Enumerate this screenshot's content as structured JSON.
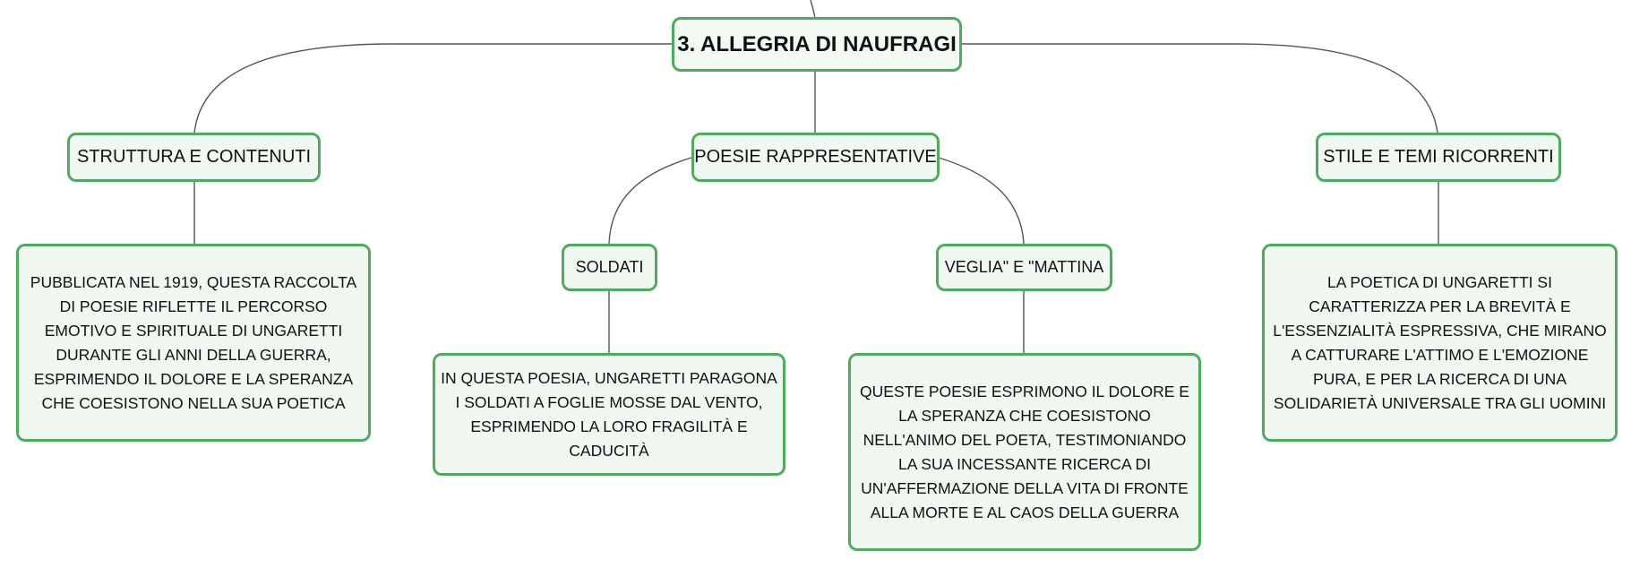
{
  "colors": {
    "border": "#4bae5c",
    "fill": "#f1f8f1",
    "connector": "#555555"
  },
  "root": {
    "title": "3. ALLEGRIA DI NAUFRAGI"
  },
  "topics": {
    "struttura": {
      "title": "STRUTTURA E CONTENUTI",
      "text": "PUBBLICATA NEL 1919, QUESTA RACCOLTA DI POESIE RIFLETTE IL PERCORSO EMOTIVO E SPIRITUALE DI UNGARETTI DURANTE GLI ANNI DELLA GUERRA, ESPRIMENDO IL DOLORE E LA SPERANZA CHE COESISTONO NELLA SUA POETICA"
    },
    "poesie": {
      "title": "POESIE RAPPRESENTATIVE",
      "soldati": {
        "title": "SOLDATI",
        "text": "IN QUESTA POESIA, UNGARETTI PARAGONA I SOLDATI A FOGLIE MOSSE DAL VENTO, ESPRIMENDO LA LORO FRAGILITÀ E CADUCITÀ"
      },
      "veglia": {
        "title": "VEGLIA\" E \"MATTINA",
        "text": "QUESTE POESIE ESPRIMONO IL DOLORE E LA SPERANZA CHE COESISTONO NELL'ANIMO DEL POETA, TESTIMONIANDO LA SUA INCESSANTE RICERCA DI UN'AFFERMAZIONE DELLA VITA DI FRONTE ALLA MORTE E AL CAOS DELLA GUERRA"
      }
    },
    "stile": {
      "title": "STILE E TEMI RICORRENTI",
      "text": "LA POETICA DI UNGARETTI SI CARATTERIZZA PER LA BREVITÀ E L'ESSENZIALITÀ ESPRESSIVA, CHE MIRANO A CATTURARE L'ATTIMO E L'EMOZIONE PURA, E PER LA RICERCA DI UNA SOLIDARIETÀ UNIVERSALE TRA GLI UOMINI"
    }
  }
}
